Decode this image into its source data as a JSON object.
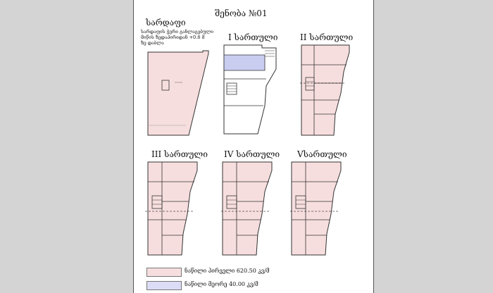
{
  "title": "შენობა №01",
  "basement": {
    "heading": "სარდაფი",
    "note_lines": [
      "სარდაფის ჭერი განლაგებული",
      "მიწის ზედაპირიდან +0.8 მ",
      "ზე დაბლა"
    ]
  },
  "floors": [
    {
      "label": "I სართული"
    },
    {
      "label": "II სართული"
    },
    {
      "label": "III სართული"
    },
    {
      "label": "IV სართული"
    },
    {
      "label": "Vსართული"
    }
  ],
  "legend": [
    {
      "text": "ნაწილი პირველი 620.50 კვ/მ",
      "color": "#f7dede"
    },
    {
      "text": "ნაწილი მეორე 40.00 კვ/მ",
      "color": "#dcdcf6"
    }
  ],
  "colors": {
    "pink": "#f7dede",
    "blue": "#c9cdf0",
    "line": "#333333"
  }
}
